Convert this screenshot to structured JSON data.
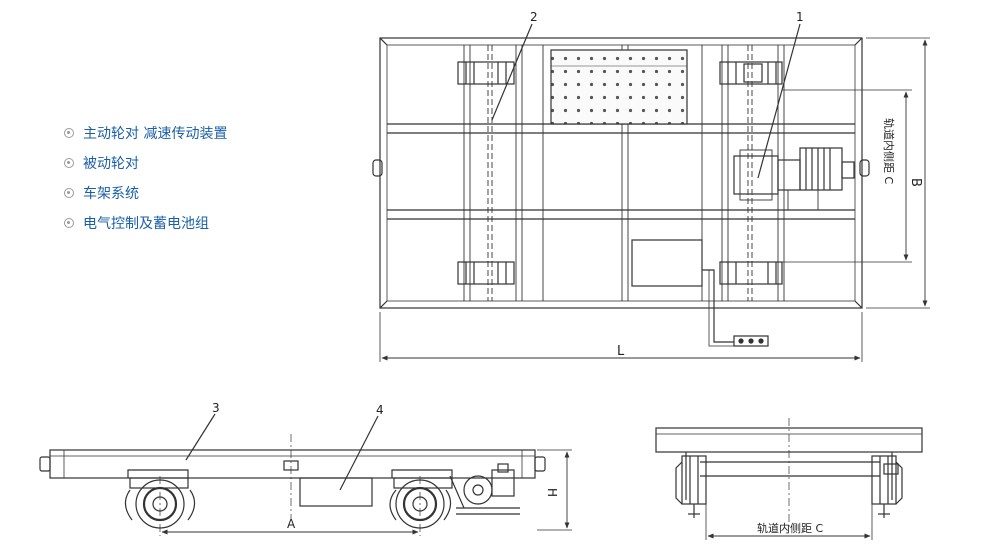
{
  "legend": {
    "items": [
      "主动轮对 减速传动装置",
      "被动轮对",
      "车架系统",
      "电气控制及蓄电池组"
    ]
  },
  "labels": {
    "part1": "1",
    "part2": "2",
    "part3": "3",
    "part4": "4",
    "dim_L": "L",
    "dim_B": "B",
    "dim_A": "A",
    "dim_H": "H",
    "dim_C_vertical": "轨道内侧距 C",
    "dim_C_horizontal": "轨道内侧距 C"
  },
  "colors": {
    "line": "#333333",
    "legend_text": "#1a5fa8"
  }
}
